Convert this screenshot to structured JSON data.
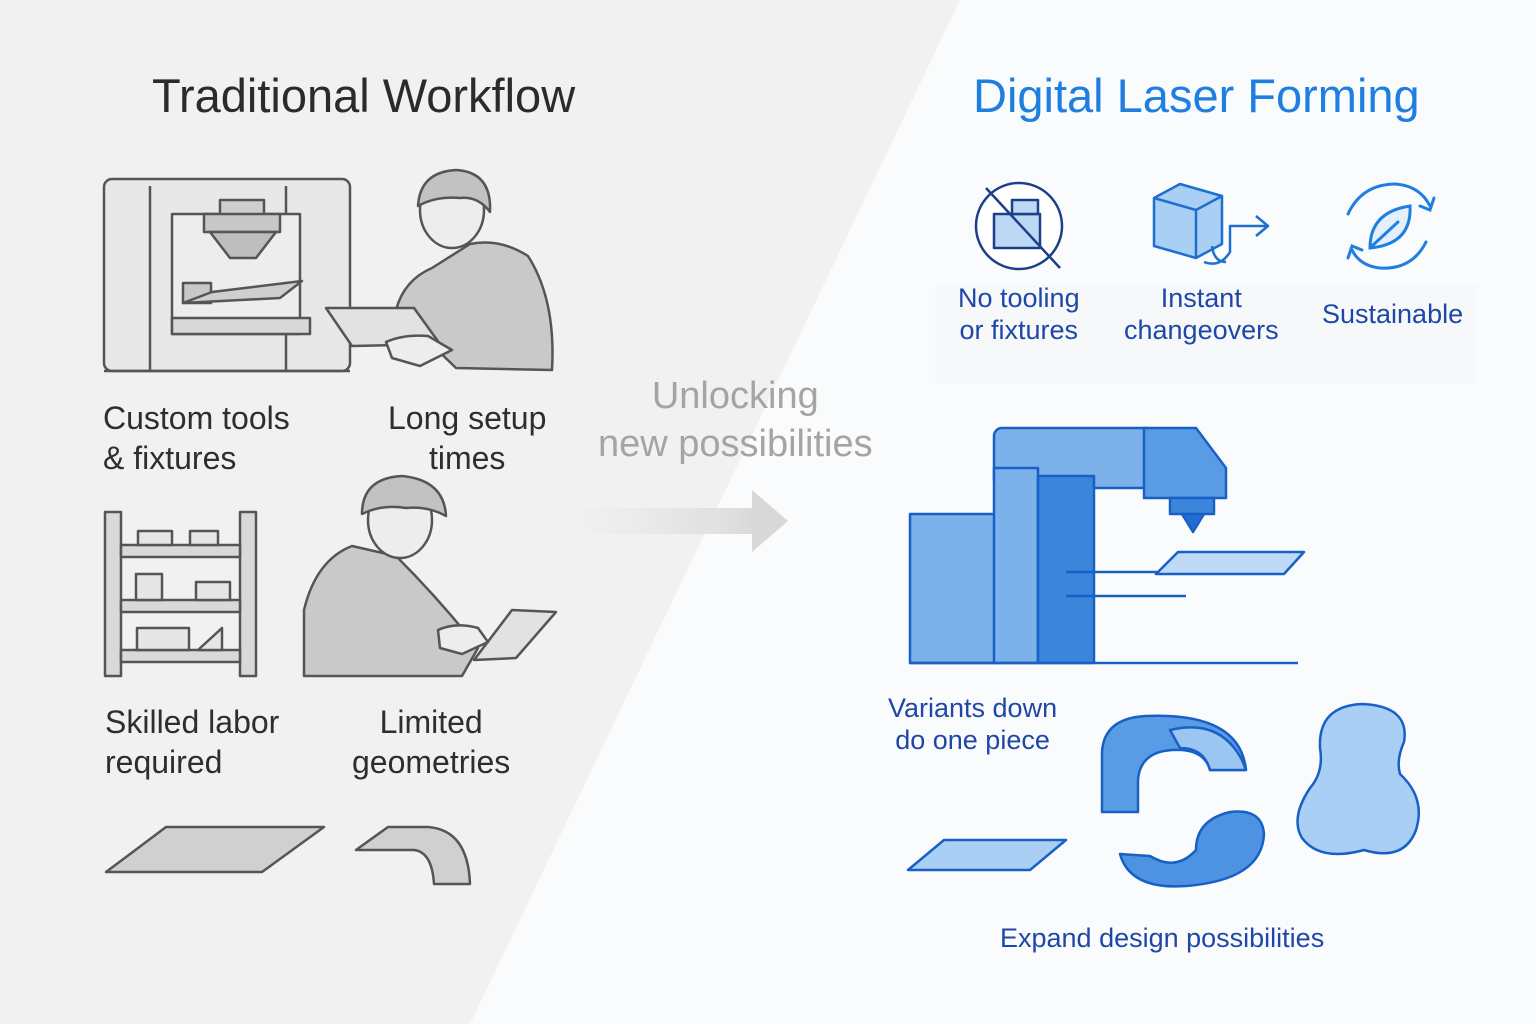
{
  "left": {
    "title": "Traditional Workflow",
    "items": [
      {
        "line1": "Custom tools",
        "line2": "& fixtures",
        "icon": "press-machine-icon"
      },
      {
        "line1": "Long setup",
        "line2": "times",
        "icon": "worker-tablet-icon"
      },
      {
        "line1": "Skilled labor",
        "line2": "required",
        "icon": "shelf-icon"
      },
      {
        "line1": "Limited",
        "line2": "geometries",
        "icon": "worker-operator-icon"
      }
    ]
  },
  "center": {
    "line1": "Unlocking",
    "line2": "new possibilities"
  },
  "right": {
    "title": "Digital Laser Forming",
    "benefits": [
      {
        "line1": "No tooling",
        "line2": "or fixtures",
        "icon": "no-tooling-icon"
      },
      {
        "line1": "Instant",
        "line2": "changeovers",
        "icon": "cube-arrow-icon"
      },
      {
        "line1": "Sustainable",
        "line2": "",
        "icon": "recycle-leaf-icon"
      }
    ],
    "variants": {
      "line1": "Variants down",
      "line2": "do one piece"
    },
    "expand": "Expand design possibilities"
  },
  "colors": {
    "accent_blue": "#1f7fe0",
    "label_blue": "#1f47a8",
    "gray_fill": "#cfcfcf",
    "gray_stroke": "#555555"
  }
}
